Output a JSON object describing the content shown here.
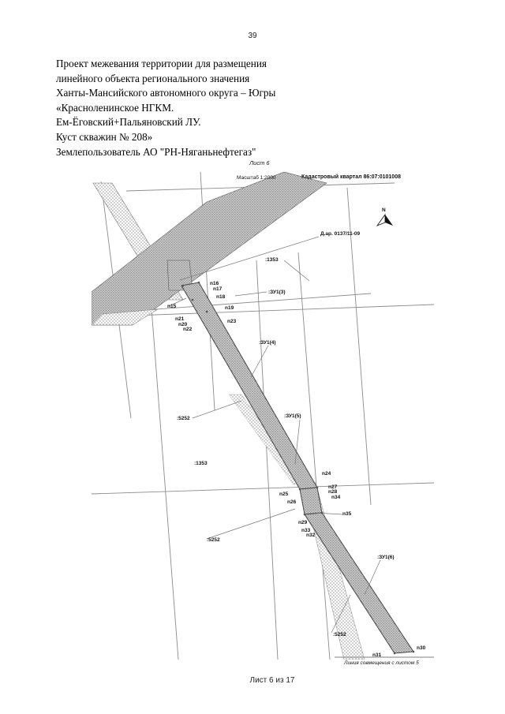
{
  "page": {
    "number": "39",
    "footer": "Лист 6 из 17"
  },
  "header": {
    "lines": [
      "Проект межевания территории для размещения",
      "линейного объекта регионального значения",
      "Ханты-Мансийского автономного округа – Югры",
      "«Красноленинское НГКМ.",
      "Ем-Ёговский+Пальяновский ЛУ.",
      "Куст скважин № 208»",
      "Землепользователь АО \"РН-Няганьнефтегаз\""
    ]
  },
  "map": {
    "sheet_title": "Лист 6",
    "scale": "Масштаб 1:2000",
    "cadastral_quarter": "Кадастровый  квартал 86:07:0101008",
    "north": "N",
    "alignment_note": "Линия совмещения с листом 5",
    "parcel_labels": {
      "zone_ref": "Д.ар. 0137/11-09",
      "c1353_top": ":1353",
      "zu3": ":ЗУ1(3)",
      "zu4": ":ЗУ1(4)",
      "c5252_a": ":5252",
      "zu5": ":ЗУ1(5)",
      "c1353_mid": ":1353",
      "c5252_b": ":5252",
      "zu6": ":ЗУ1(6)",
      "c5252_c": ":5252"
    },
    "points": {
      "n15": "n15",
      "n16": "n16",
      "n17": "n17",
      "n18": "n18",
      "n19": "n19",
      "n20": "n20",
      "n21": "n21",
      "n22": "n22",
      "n23": "n23",
      "n24": "n24",
      "n25": "n25",
      "n26": "n26",
      "n27": "n27",
      "n28": "n28",
      "n29": "n29",
      "n30": "n30",
      "n31": "n31",
      "n32": "n32",
      "n33": "n33",
      "n34": "n34",
      "n35": "n35"
    },
    "colors": {
      "line": "#6f6f6f",
      "corridor": "#9a9a9a",
      "dot_fill": "#bdbdbd"
    }
  }
}
